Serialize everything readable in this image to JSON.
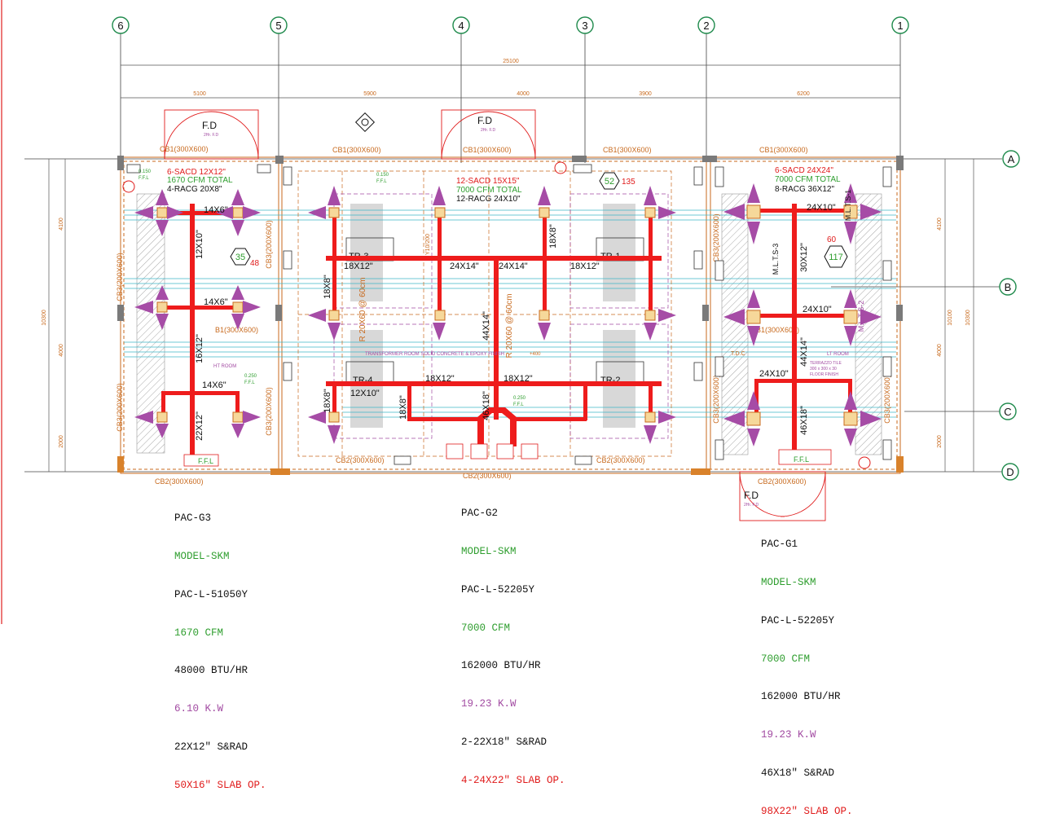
{
  "grid": {
    "columns": [
      "6",
      "5",
      "4",
      "3",
      "2",
      "1"
    ],
    "rows": [
      "A",
      "B",
      "C",
      "D"
    ]
  },
  "dimensions": {
    "overall": "25100",
    "spans": [
      "5100",
      "5900",
      "4000",
      "3900",
      "6200"
    ],
    "left_vertical": [
      "10300",
      "4100",
      "4000",
      "2000"
    ],
    "right_vertical": [
      "10300",
      "10100",
      "4100",
      "4000",
      "2000"
    ]
  },
  "beams": {
    "top": [
      "CB1(300X600)",
      "CB1(300X600)",
      "CB1(300X600)",
      "CB1(300X600)",
      "CB1(300X600)"
    ],
    "bottom": [
      "CB2(300X600)",
      "CB2(300X600)",
      "CB2(300X600)",
      "CB2(300X600)",
      "CB2(300X600)"
    ],
    "vertical": [
      "CB3(200X600)",
      "CB3(200X600)",
      "CB3(200X600)",
      "CB3(200X600)",
      "CB3(200X600)",
      "CB3(200X600)",
      "CB3(200X600)"
    ],
    "b1_left": "B1(300X600)",
    "b1_right": "B1(300X600)"
  },
  "doors": {
    "fd_label": "F.D",
    "fd_rating": "2Hr. F.D"
  },
  "rooms": {
    "left": {
      "duct_note": [
        "6-SACD 12X12\"",
        "1670 CFM TOTAL",
        "4-RACG 20X8\""
      ],
      "ducts": [
        "14X6\"",
        "12X10\"",
        "14X6\"",
        "16X12\"",
        "14X6\"",
        "22X12\""
      ],
      "tag_big": "35",
      "tag_small": "48",
      "room_name": "HT ROOM",
      "ffl_top": "0.150",
      "ffl_bottom": "0.250",
      "ffl_label": "F.F.L"
    },
    "middle": {
      "duct_note": [
        "12-SACD 15X15\"",
        "7000 CFM TOTAL",
        "12-RACG 24X10\""
      ],
      "ducts": [
        "18X12\"",
        "24X14\"",
        "24X14\"",
        "18X12\"",
        "18X8\"",
        "18X8\"",
        "44X14\"",
        "18X12\"",
        "18X12\"",
        "18X8\"",
        "18X8\"",
        "46X18\"",
        "12X10\""
      ],
      "tag_big": "52",
      "tag_small": "135",
      "transformers": [
        "TR-3",
        "TR-1",
        "TR-4",
        "TR-2"
      ],
      "room_name": "TRANSFORMER ROOM SOLID CONCRETE & EPOXY FINISH",
      "trench": "R 20X60 @ 60cm",
      "trench2": "R 20X60 @ 60cm",
      "ffl": "0.150",
      "ffl_bottom": "0.250",
      "level": "+400",
      "tag_y": "Y10/200"
    },
    "right": {
      "duct_note": [
        "6-SACD 24X24\"",
        "7000 CFM TOTAL",
        "8-RACG 36X12\""
      ],
      "ducts": [
        "24X10\"",
        "30X12\"",
        "24X10\"",
        "44X14\"",
        "24X10\"",
        "46X18\""
      ],
      "tag_big": "117",
      "tag_small": "60",
      "panels": [
        "M.L.T.S-3",
        "M.L.T.S-1",
        "M.L.T.S-2"
      ],
      "room_name": "LT ROOM",
      "floor_finish": [
        "TERRAZZO TILE",
        "300 x 300 x 30",
        "FLOOR FINISH"
      ],
      "tdc": "T.D.C"
    }
  },
  "schedules": {
    "pac_g3": {
      "name": "PAC-G3",
      "model": "MODEL-SKM",
      "unit": "PAC-L-51050Y",
      "cfm": "1670 CFM",
      "btu": "48000 BTU/HR",
      "kw": "6.10 K.W",
      "sad": "22X12\" S&RAD",
      "slab": "50X16\" SLAB OP."
    },
    "pac_g2": {
      "name": "PAC-G2",
      "model": "MODEL-SKM",
      "unit": "PAC-L-52205Y",
      "cfm": "7000 CFM",
      "btu": "162000 BTU/HR",
      "kw": "19.23 K.W",
      "sad": "2-22X18\" S&RAD",
      "slab": "4-24X22\" SLAB OP."
    },
    "pac_g1": {
      "name": "PAC-G1",
      "model": "MODEL-SKM",
      "unit": "PAC-L-52205Y",
      "cfm": "7000 CFM",
      "btu": "162000 BTU/HR",
      "kw": "19.23 K.W",
      "sad": "46X18\" S&RAD",
      "slab": "98X22\" SLAB OP."
    }
  },
  "colors": {
    "grid_green": "#1f8a4c",
    "duct_red": "#ee1c1c",
    "arrow_magenta": "#a64ca6",
    "dim_orange": "#c86a1e",
    "beam_orange": "#d9822b",
    "cyan": "#3fb6c8",
    "column_gray": "#bfbfbf"
  }
}
